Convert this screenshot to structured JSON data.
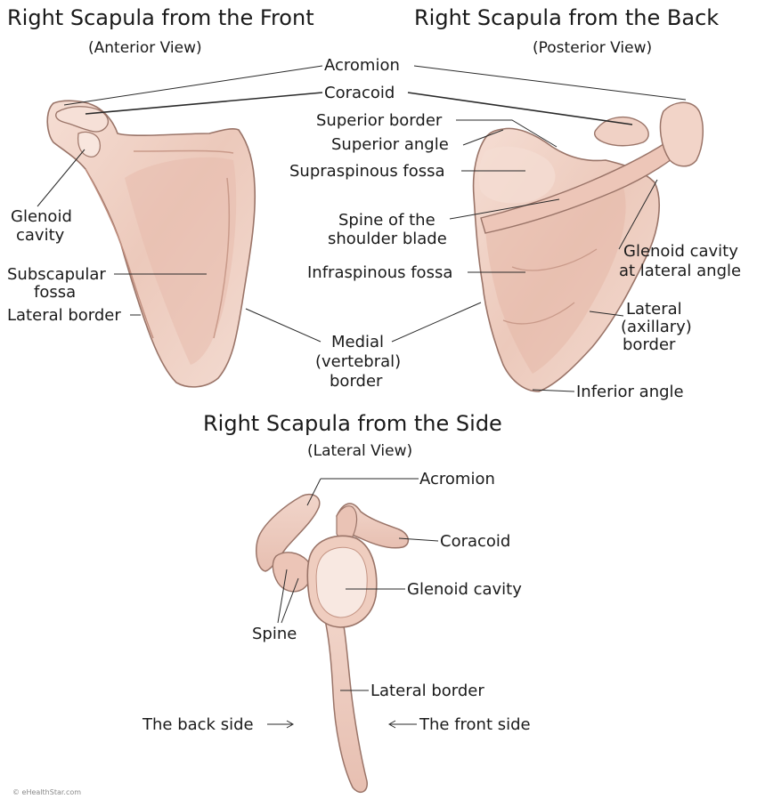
{
  "titles": {
    "anterior": "Right Scapula from the Front",
    "anterior_sub": "(Anterior View)",
    "posterior": "Right Scapula from the Back",
    "posterior_sub": "(Posterior View)",
    "lateral": "Right Scapula from the Side",
    "lateral_sub": "(Lateral View)"
  },
  "labels": {
    "acromion": "Acromion",
    "coracoid": "Coracoid",
    "superior_border": "Superior border",
    "superior_angle": "Superior angle",
    "supraspinous_fossa": "Supraspinous fossa",
    "spine_line1": "Spine of the",
    "spine_line2": "shoulder blade",
    "infraspinous_fossa": "Infraspinous fossa",
    "glenoid_ant_line1": "Glenoid",
    "glenoid_ant_line2": "cavity",
    "subscapular_line1": "Subscapular",
    "subscapular_line2": "fossa",
    "lateral_border_ant": "Lateral border",
    "medial_line1": "Medial",
    "medial_line2": "(vertebral)",
    "medial_line3": "border",
    "glenoid_post_line1": "Glenoid cavity",
    "glenoid_post_line2": "at lateral angle",
    "lateral_axillary_line1": "Lateral",
    "lateral_axillary_line2": "(axillary)",
    "lateral_axillary_line3": "border",
    "inferior_angle": "Inferior angle",
    "side_acromion": "Acromion",
    "side_coracoid": "Coracoid",
    "side_glenoid": "Glenoid cavity",
    "side_spine": "Spine",
    "side_lateral_border": "Lateral border",
    "back_side": "The back side",
    "front_side": "The front side"
  },
  "credit": "© eHealthStar.com",
  "colors": {
    "bone_fill": "#efd2c6",
    "bone_light": "#f7e4dc",
    "bone_edge": "#9a7468",
    "bone_shadow": "#d9a797",
    "leader": "#2a2a2a"
  }
}
